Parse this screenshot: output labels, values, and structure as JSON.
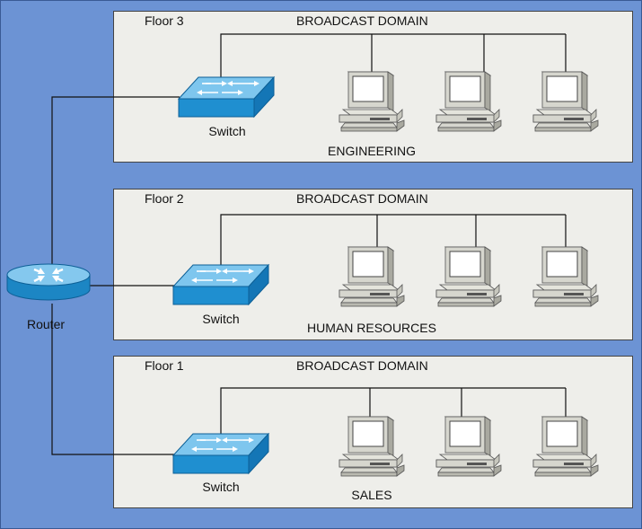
{
  "router": {
    "label": "Router"
  },
  "floors": [
    {
      "name": "Floor 3",
      "domain_label": "BROADCAST DOMAIN",
      "department": "ENGINEERING",
      "switch_label": "Switch",
      "pc_count": 3
    },
    {
      "name": "Floor 2",
      "domain_label": "BROADCAST DOMAIN",
      "department": "HUMAN RESOURCES",
      "switch_label": "Switch",
      "pc_count": 3
    },
    {
      "name": "Floor 1",
      "domain_label": "BROADCAST DOMAIN",
      "department": "SALES",
      "switch_label": "Switch",
      "pc_count": 3
    }
  ],
  "colors": {
    "background": "#6c93d4",
    "panel": "#eeeeea",
    "device_blue": "#1f8fd0",
    "pc_beige": "#d6d6ce"
  }
}
